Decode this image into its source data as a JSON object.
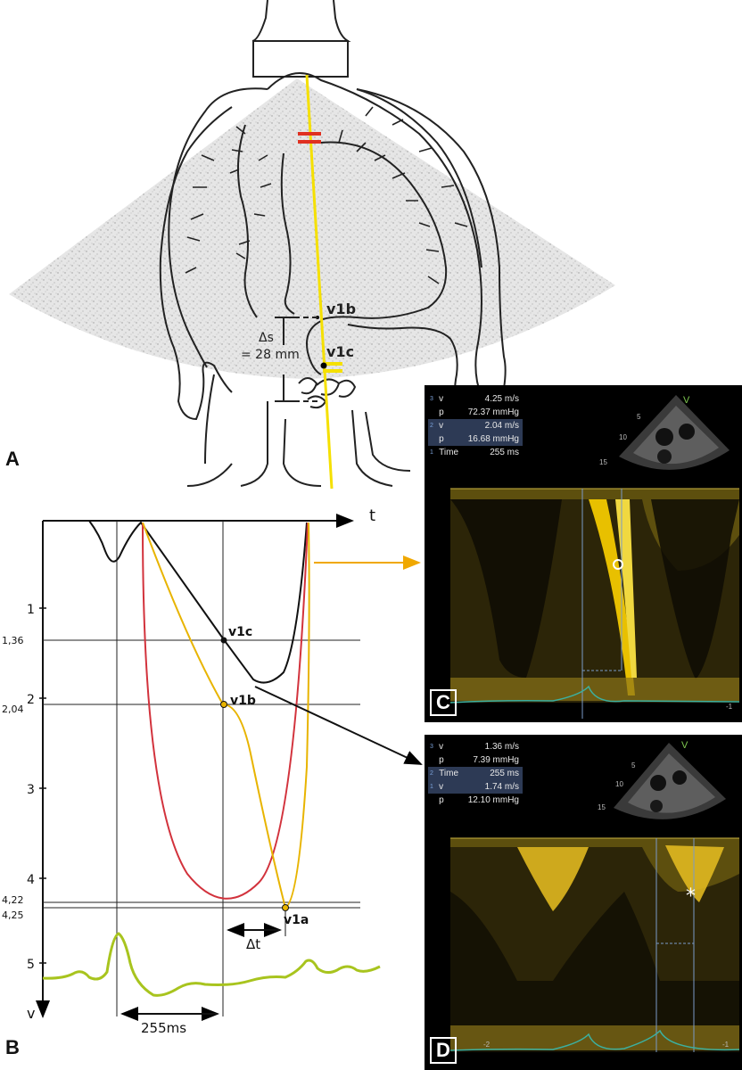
{
  "panel_labels": {
    "a": "A",
    "b": "B",
    "c": "C",
    "d": "D"
  },
  "heart": {
    "delta_s_line1": "Δs",
    "delta_s_line2": "= 28 mm",
    "label_v1b": "v1b",
    "label_v1c": "v1c"
  },
  "graph": {
    "axis_t": "t",
    "axis_v": "v",
    "y_ticks": [
      "1",
      "2",
      "3",
      "4",
      "5"
    ],
    "y_values": [
      "1,36",
      "2,04",
      "4,22",
      "4,25"
    ],
    "point_v1c": "v1c",
    "point_v1b": "v1b",
    "point_v1a": "v1a",
    "delta_t": "Δt",
    "interval": "255ms"
  },
  "echo_c": {
    "rows": [
      {
        "idx": "3",
        "name": "v",
        "value": "4.25 m/s"
      },
      {
        "idx": "",
        "name": "p",
        "value": "72.37 mmHg"
      },
      {
        "idx": "2",
        "name": "v",
        "value": "2.04 m/s"
      },
      {
        "idx": "",
        "name": "p",
        "value": "16.68 mmHg"
      },
      {
        "idx": "1",
        "name": "Time",
        "value": "255 ms"
      }
    ],
    "scale": [
      "5",
      "10",
      "15"
    ],
    "axis_right": "-1",
    "v_mark": "V"
  },
  "echo_d": {
    "rows": [
      {
        "idx": "3",
        "name": "v",
        "value": "1.36 m/s"
      },
      {
        "idx": "",
        "name": "p",
        "value": "7.39 mmHg"
      },
      {
        "idx": "2",
        "name": "Time",
        "value": "255 ms"
      },
      {
        "idx": "1",
        "name": "v",
        "value": "1.74 m/s"
      },
      {
        "idx": "",
        "name": "p",
        "value": "12.10 mmHg"
      }
    ],
    "scale": [
      "5",
      "10",
      "15"
    ],
    "axis_bottom": [
      "-2",
      "-1"
    ],
    "v_mark": "V"
  },
  "colors": {
    "doppler_yellow": "#e8b400",
    "red_curve": "#d2323c",
    "ecg_green": "#a8c41e",
    "beam_yellow": "#f5e000",
    "arrow_orange": "#f0a800"
  }
}
